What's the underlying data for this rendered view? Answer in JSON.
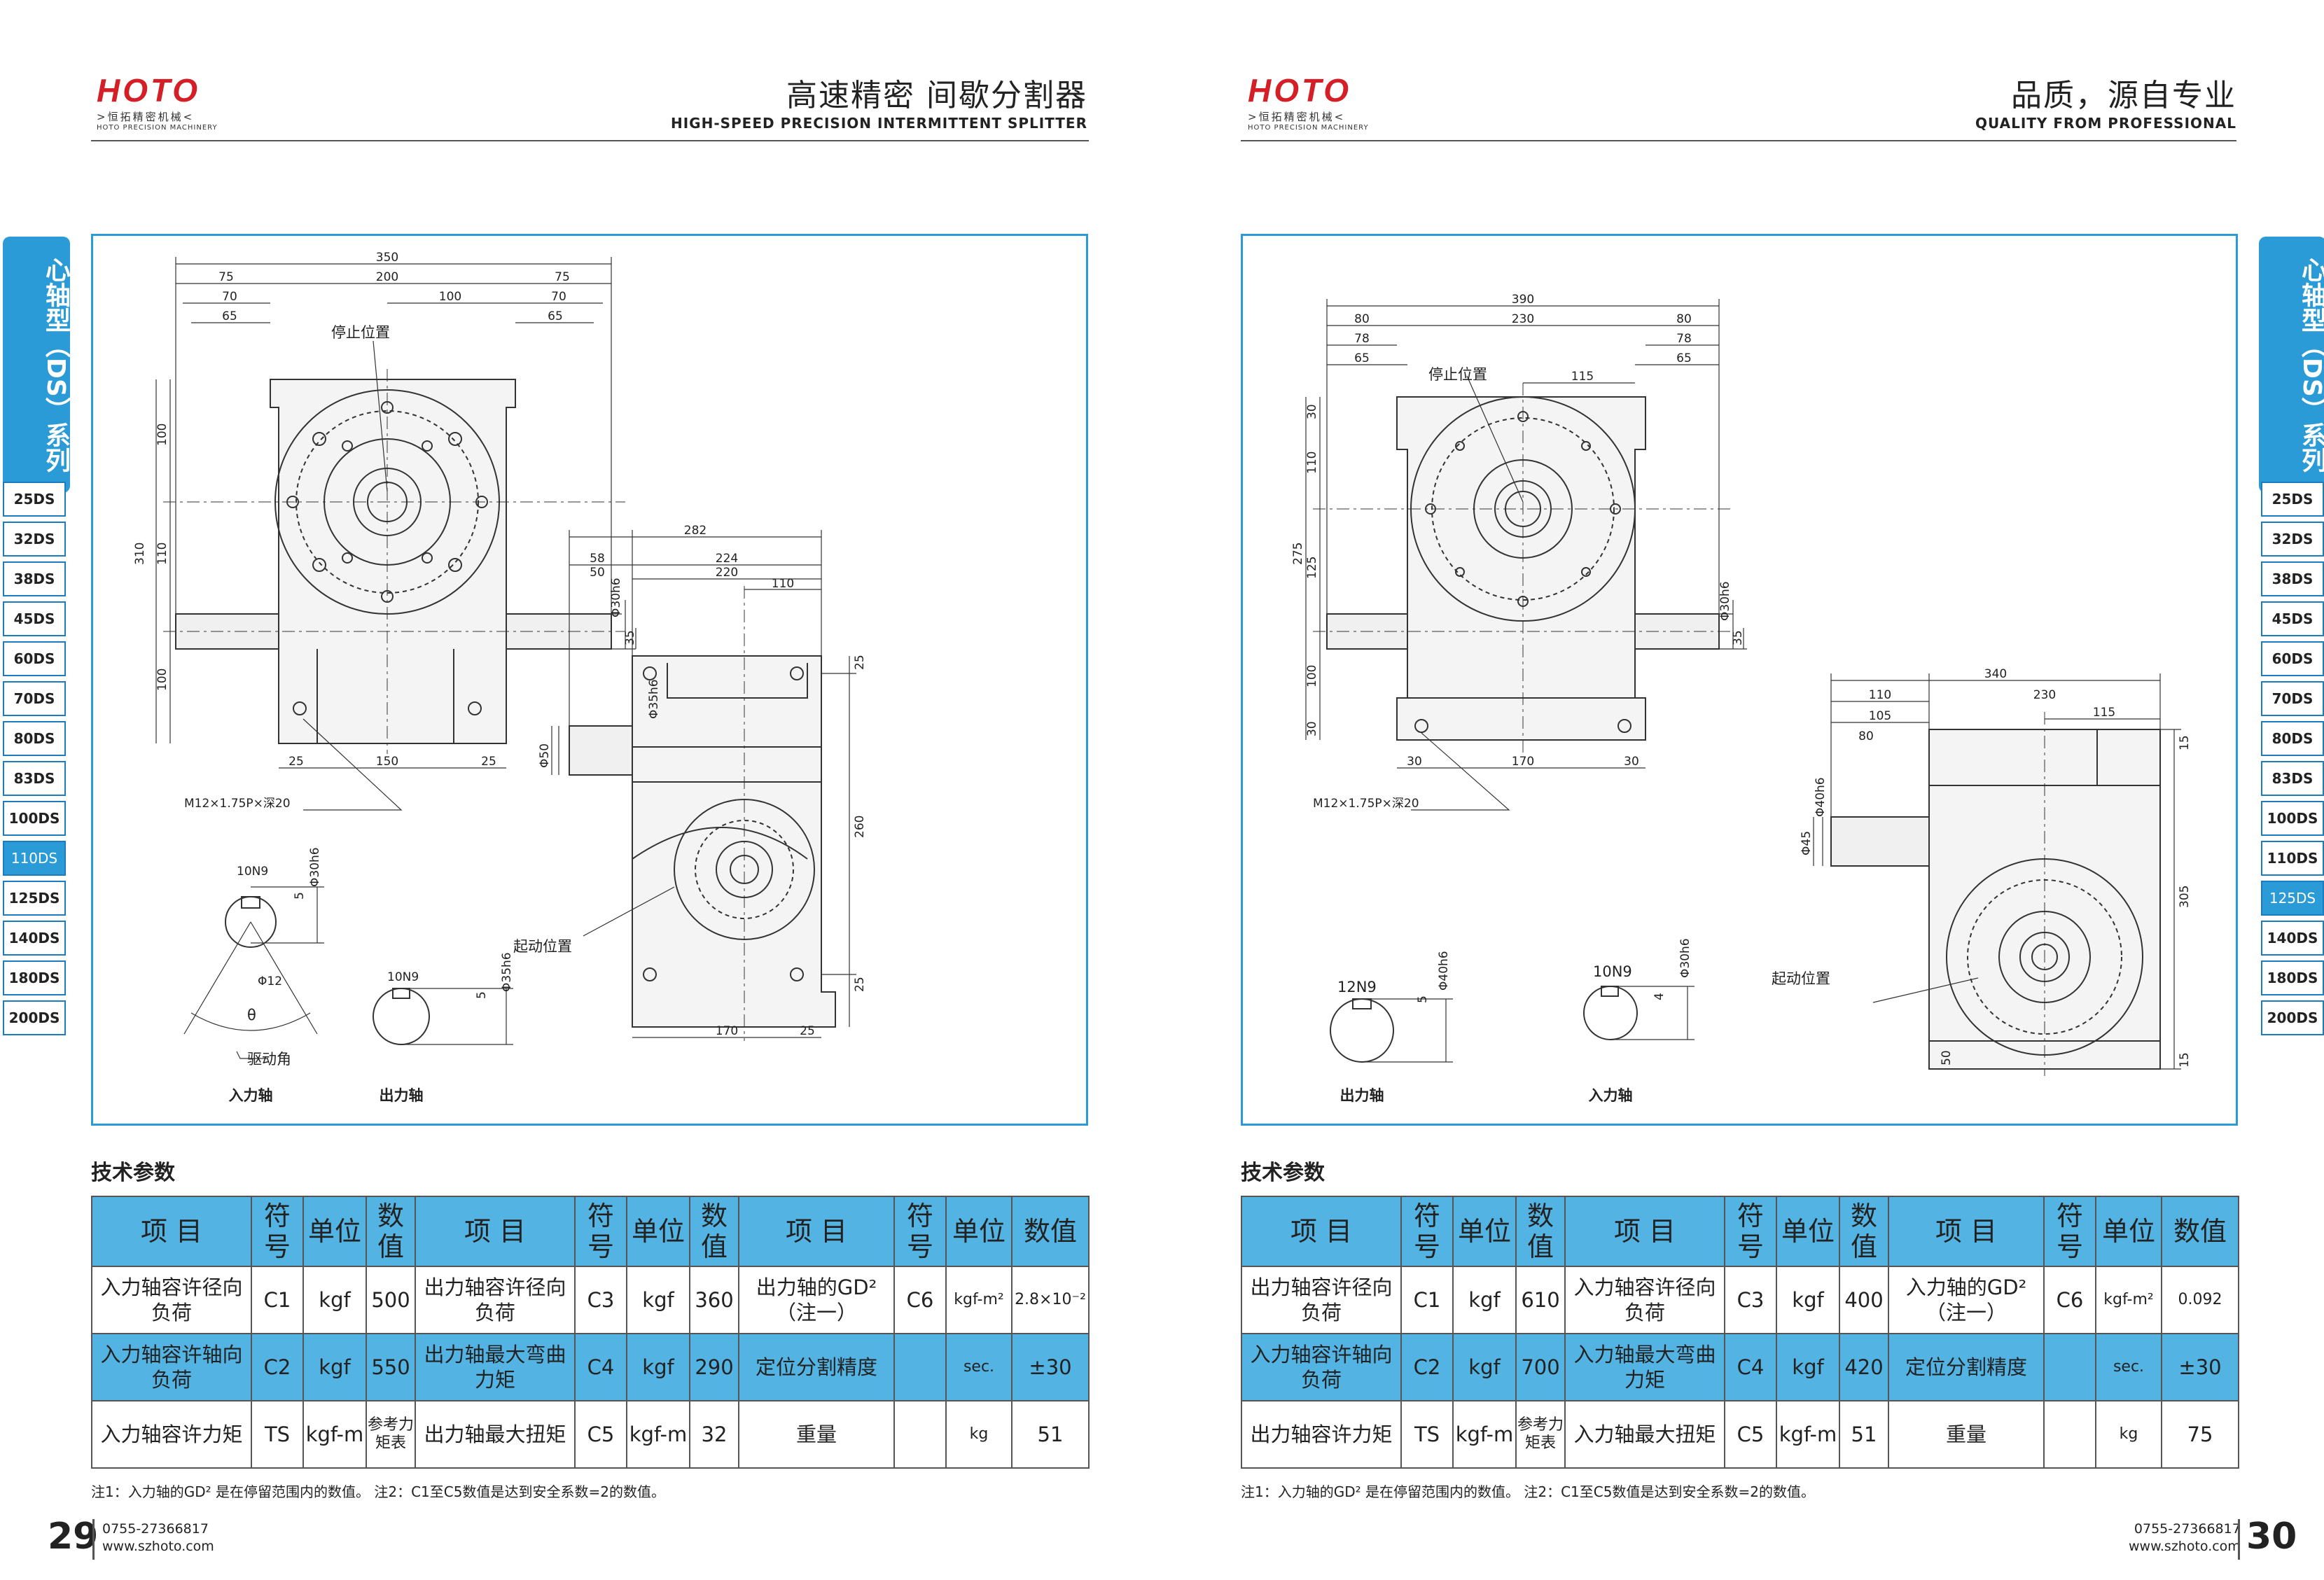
{
  "brand": {
    "logo_text": "HOTO",
    "cn_name": ">恒拓精密机械<",
    "en_name": "HOTO PRECISION MACHINERY"
  },
  "left_page": {
    "header": {
      "title_cn": "高速精密 间歇分割器",
      "title_en": "HIGH-SPEED PRECISION INTERMITTENT SPLITTER"
    },
    "drawing": {
      "labels": {
        "stop_position": "停止位置",
        "start_position": "起动位置",
        "thread": "M12×1.75P×深20",
        "drive_angle": "驱动角",
        "theta": "θ",
        "input_shaft": "入力轴",
        "output_shaft": "出力轴"
      },
      "dims_front": {
        "total_width": "350",
        "center_width": "200",
        "left_75": "75",
        "left_70": "70",
        "left_65": "65",
        "right_75": "75",
        "right_70": "70",
        "right_65": "65",
        "stop_offset": "100",
        "height_total": "310",
        "h_top": "100",
        "h_mid": "110",
        "h_bot": "100",
        "bot_left": "25",
        "bot_center": "150",
        "bot_right": "25",
        "shaft_dia": "Φ30h6",
        "shaft_h": "35"
      },
      "dims_side": {
        "total": "282",
        "w224": "224",
        "w220": "220",
        "w110": "110",
        "w58": "58",
        "w50": "50",
        "shaft_dia": "Φ35h6",
        "phi50": "Φ50",
        "h25_top": "25",
        "h260": "260",
        "h25_bot": "25",
        "bot170": "170",
        "bot25": "25"
      },
      "input_key": {
        "key": "10N9",
        "dia": "Φ30h6",
        "depth": "5",
        "phi12": "Φ12"
      },
      "output_key": {
        "key": "10N9",
        "dia": "Φ35h6",
        "depth": "5"
      }
    },
    "section_title": "技术参数",
    "table": {
      "headers": [
        "项 目",
        "符号",
        "单位",
        "数值",
        "项 目",
        "符号",
        "单位",
        "数值",
        "项 目",
        "符号",
        "单位",
        "数值"
      ],
      "rows": [
        [
          "入力轴容许径向负荷",
          "C1",
          "kgf",
          "500",
          "出力轴容许径向负荷",
          "C3",
          "kgf",
          "360",
          "出力轴的GD²（注一）",
          "C6",
          "kgf-m²",
          "2.8×10⁻²"
        ],
        [
          "入力轴容许轴向负荷",
          "C2",
          "kgf",
          "550",
          "出力轴最大弯曲力矩",
          "C4",
          "kgf",
          "290",
          "定位分割精度",
          "",
          "sec.",
          "±30"
        ],
        [
          "入力轴容许力矩",
          "TS",
          "kgf-m",
          "参考力矩表",
          "出力轴最大扭矩",
          "C5",
          "kgf-m",
          "32",
          "重量",
          "",
          "kg",
          "51"
        ]
      ]
    },
    "note": "注1：入力轴的GD² 是在停留范围内的数值。 注2：C1至C5数值是达到安全系数=2的数值。",
    "page_number": "29",
    "phone": "0755-27366817",
    "website": "www.szhoto.com"
  },
  "right_page": {
    "header": {
      "title_cn": "品质，源自专业",
      "title_en": "QUALITY FROM PROFESSIONAL"
    },
    "drawing": {
      "labels": {
        "stop_position": "停止位置",
        "start_position": "起动位置",
        "thread": "M12×1.75P×深20",
        "output_shaft": "出力轴",
        "input_shaft": "入力轴"
      },
      "dims_front": {
        "total_width": "390",
        "center_width": "230",
        "left_80": "80",
        "left_78": "78",
        "left_65": "65",
        "right_80": "80",
        "right_78": "78",
        "right_65": "65",
        "stop_offset": "115",
        "h30_top": "30",
        "h110": "110",
        "h275": "275",
        "h125": "125",
        "h100": "100",
        "h30_bot": "30",
        "bot_left": "30",
        "bot_center": "170",
        "bot_right": "30",
        "shaft_dia": "Φ30h6",
        "shaft_h": "35"
      },
      "dims_side": {
        "total": "340",
        "w230": "230",
        "w110": "110",
        "w105": "105",
        "w80": "80",
        "w115": "115",
        "shaft_dia": "Φ40h6",
        "phi45": "Φ45",
        "h15_top": "15",
        "h305": "305",
        "h15_bot": "15",
        "h50": "50"
      },
      "output_key": {
        "key": "12N9",
        "dia": "Φ40h6",
        "depth": "5"
      },
      "input_key": {
        "key": "10N9",
        "dia": "Φ30h6",
        "depth": "4"
      }
    },
    "section_title": "技术参数",
    "table": {
      "headers": [
        "项 目",
        "符号",
        "单位",
        "数值",
        "项 目",
        "符号",
        "单位",
        "数值",
        "项 目",
        "符号",
        "单位",
        "数值"
      ],
      "rows": [
        [
          "出力轴容许径向负荷",
          "C1",
          "kgf",
          "610",
          "入力轴容许径向负荷",
          "C3",
          "kgf",
          "400",
          "入力轴的GD²（注一）",
          "C6",
          "kgf-m²",
          "0.092"
        ],
        [
          "入力轴容许轴向负荷",
          "C2",
          "kgf",
          "700",
          "入力轴最大弯曲力矩",
          "C4",
          "kgf",
          "420",
          "定位分割精度",
          "",
          "sec.",
          "±30"
        ],
        [
          "出力轴容许力矩",
          "TS",
          "kgf-m",
          "参考力矩表",
          "入力轴最大扭矩",
          "C5",
          "kgf-m",
          "51",
          "重量",
          "",
          "kg",
          "75"
        ]
      ]
    },
    "note": "注1：入力轴的GD² 是在停留范围内的数值。 注2：C1至C5数值是达到安全系数=2的数值。",
    "page_number": "30",
    "phone": "0755-27366817",
    "website": "www.szhoto.com"
  },
  "side_nav": {
    "series_label": "心轴型（DS）系列",
    "items": [
      "25DS",
      "32DS",
      "38DS",
      "45DS",
      "60DS",
      "70DS",
      "80DS",
      "83DS",
      "100DS",
      "110DS",
      "125DS",
      "140DS",
      "180DS",
      "200DS"
    ],
    "left_active": "110DS",
    "right_active": "125DS"
  },
  "colors": {
    "accent_blue": "#2a9bd6",
    "table_blue": "#53b3e3",
    "logo_red": "#d41f26"
  }
}
